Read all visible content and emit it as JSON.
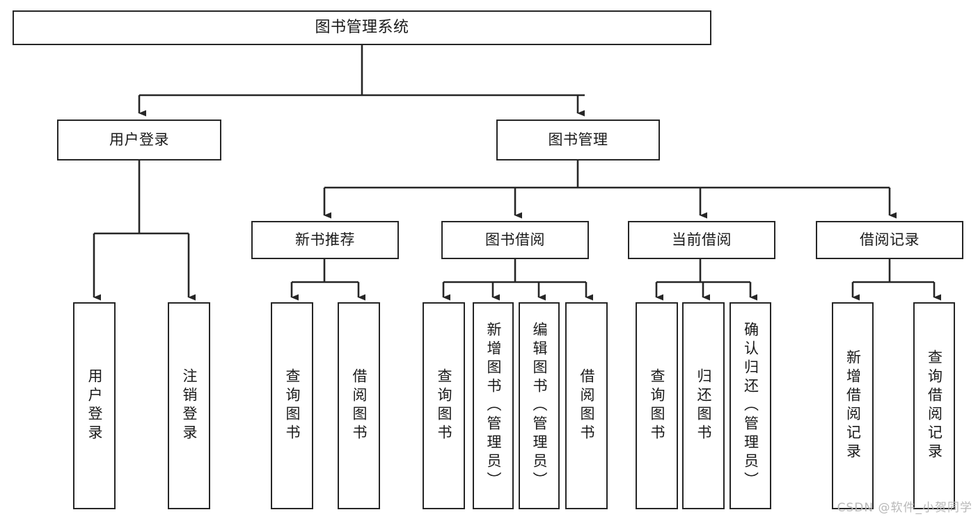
{
  "diagram": {
    "title_node": {
      "label": "图书管理系统"
    },
    "level2": [
      {
        "id": "user-login",
        "label": "用户登录"
      },
      {
        "id": "book-manage",
        "label": "图书管理"
      }
    ],
    "level3": [
      {
        "id": "new-book-recommend",
        "label": "新书推荐"
      },
      {
        "id": "book-borrow",
        "label": "图书借阅"
      },
      {
        "id": "current-borrow",
        "label": "当前借阅"
      },
      {
        "id": "borrow-record",
        "label": "借阅记录"
      }
    ],
    "leaves": {
      "user_login": [
        {
          "id": "leaf-user-login",
          "label": "用户登录"
        },
        {
          "id": "leaf-user-logout",
          "label": "注销登录"
        }
      ],
      "new_book_recommend": [
        {
          "id": "leaf-query-book-1",
          "label": "查询图书"
        },
        {
          "id": "leaf-borrow-book-1",
          "label": "借阅图书"
        }
      ],
      "book_borrow": [
        {
          "id": "leaf-query-book-2",
          "label": "查询图书"
        },
        {
          "id": "leaf-add-book",
          "label": "新增图书（管理员）"
        },
        {
          "id": "leaf-edit-book",
          "label": "编辑图书（管理员）"
        },
        {
          "id": "leaf-borrow-book-2",
          "label": "借阅图书"
        }
      ],
      "current_borrow": [
        {
          "id": "leaf-query-book-3",
          "label": "查询图书"
        },
        {
          "id": "leaf-return-book",
          "label": "归还图书"
        },
        {
          "id": "leaf-confirm-return",
          "label": "确认归还（管理员）"
        }
      ],
      "borrow_record": [
        {
          "id": "leaf-add-record",
          "label": "新增借阅记录"
        },
        {
          "id": "leaf-query-record",
          "label": "查询借阅记录"
        }
      ]
    },
    "colors": {
      "stroke": "#262626",
      "background": "#ffffff",
      "text": "#1a1a1a",
      "watermark": "#b8b8b8"
    }
  },
  "watermark": {
    "text": "CSDN @软件_小贺同学"
  }
}
